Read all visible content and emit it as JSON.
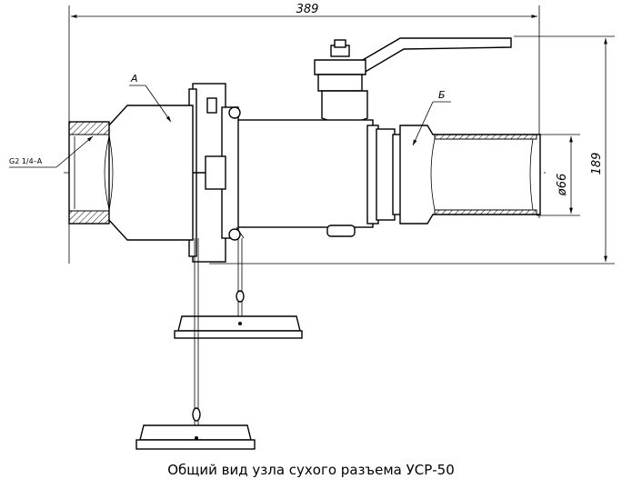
{
  "drawing": {
    "dimensions": {
      "overall_length": "389",
      "overall_height": "189",
      "pipe_diameter": "ø66"
    },
    "labels": {
      "part_a": "А",
      "part_b": "Б",
      "thread": "G2 1/4–A"
    }
  },
  "caption": "Общий вид узла сухого разъема УСР-50"
}
